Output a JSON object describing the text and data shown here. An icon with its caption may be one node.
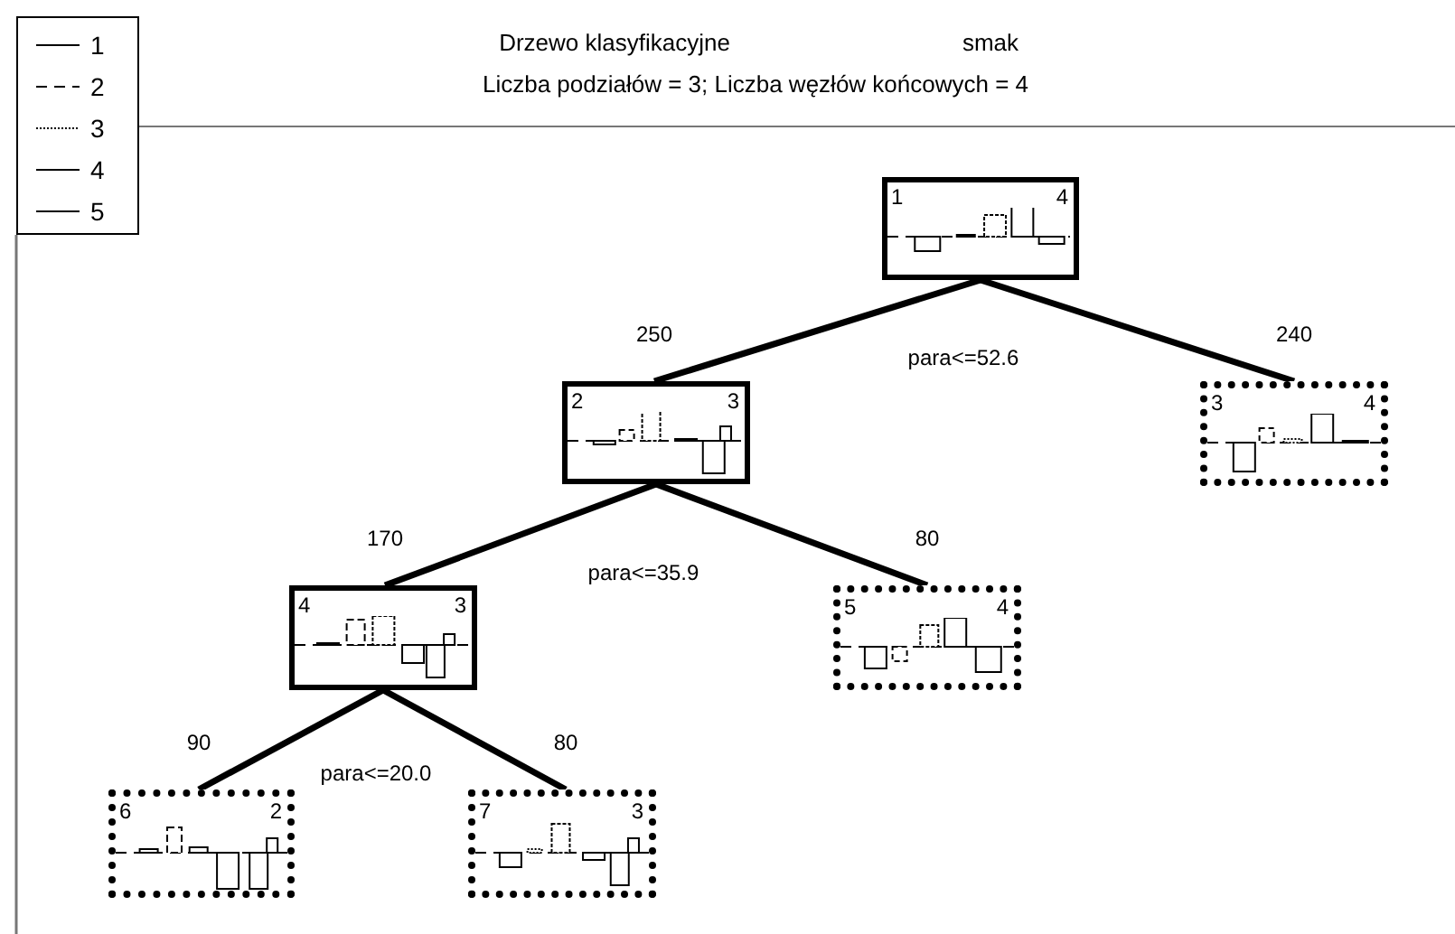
{
  "diagram": {
    "title": "Drzewo klasyfikacyjne",
    "nodes": [
      {
        "text": [
          "1",
          "4"
        ]
      },
      {
        "text": [
          "2",
          "3"
        ]
      },
      {
        "text": [
          "3",
          "4"
        ]
      },
      {
        "text": [
          "4",
          "3"
        ]
      },
      {
        "text": [
          "5",
          "4"
        ]
      },
      {
        "text": [
          "6",
          "2"
        ]
      },
      {
        "text": [
          "7",
          "3"
        ]
      }
    ],
    "edges": [
      {
        "from": 0,
        "to": 1,
        "arrow": "none",
        "label": "250"
      },
      {
        "from": 0,
        "to": 2,
        "arrow": "none",
        "label": "240"
      },
      {
        "from": 1,
        "to": 3,
        "arrow": "none",
        "label": "170"
      },
      {
        "from": 1,
        "to": 4,
        "arrow": "none",
        "label": "80"
      },
      {
        "from": 3,
        "to": 5,
        "arrow": "none",
        "label": "90"
      },
      {
        "from": 3,
        "to": 6,
        "arrow": "none",
        "label": "80"
      }
    ],
    "labels": [
      "smak",
      "Liczba podziałów = 3; Liczba węzłów końcowych = 4",
      "para<=52.6",
      "para<=35.9",
      "para<=20.0"
    ],
    "legend": [
      {
        "text": "1"
      },
      {
        "text": "2"
      },
      {
        "text": "3"
      },
      {
        "text": "4"
      },
      {
        "text": "5"
      }
    ]
  }
}
